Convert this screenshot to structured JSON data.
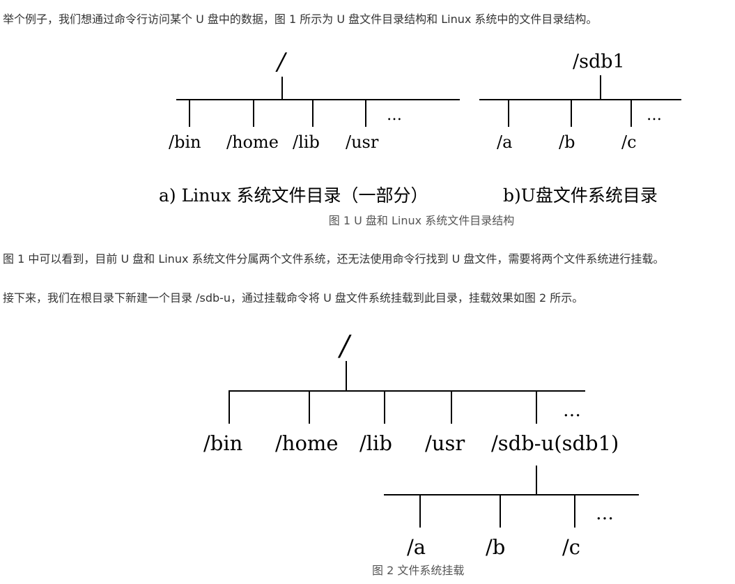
{
  "paragraphs": {
    "p1": "举个例子，我们想通过命令行访问某个 U 盘中的数据，图 1 所示为 U 盘文件目录结构和 Linux 系统中的文件目录结构。",
    "p2": "图 1 中可以看到，目前 U 盘和 Linux 系统文件分属两个文件系统，还无法使用命令行找到 U 盘文件，需要将两个文件系统进行挂载。",
    "p3": "接下来，我们在根目录下新建一个目录 /sdb-u，通过挂载命令将 U 盘文件系统挂载到此目录，挂载效果如图 2 所示。"
  },
  "figure1": {
    "caption": "图 1 U 盘和 Linux 系统文件目录结构",
    "linux_tree": {
      "root": "/",
      "children": [
        "/bin",
        "/home",
        "/lib",
        "/usr"
      ],
      "more": "…",
      "label": "a) Linux 系统文件目录（一部分）"
    },
    "usb_tree": {
      "root": "/sdb1",
      "children": [
        "/a",
        "/b",
        "/c"
      ],
      "more": "…",
      "label": "b)U盘文件系统目录"
    }
  },
  "figure2": {
    "caption": "图 2 文件系统挂载",
    "root": "/",
    "children": [
      "/bin",
      "/home",
      "/lib",
      "/usr",
      "/sdb-u(sdb1)"
    ],
    "more": "…",
    "sub_children": [
      "/a",
      "/b",
      "/c"
    ],
    "sub_more": "…"
  }
}
